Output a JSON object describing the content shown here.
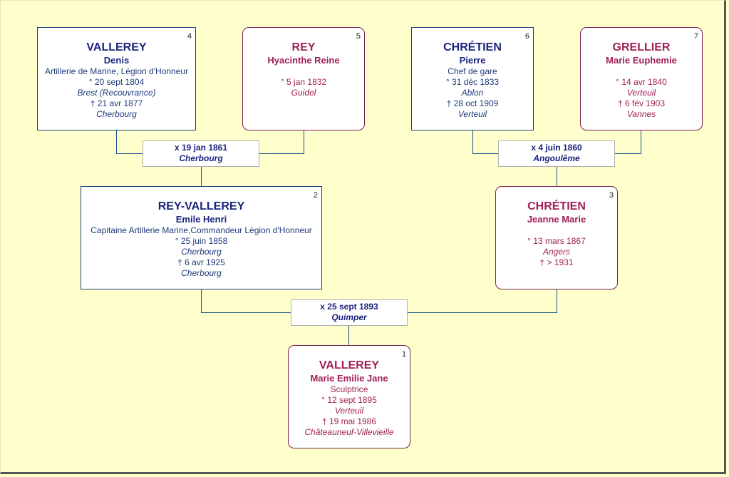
{
  "persons": [
    {
      "num": "4",
      "sur": "VALLEREY",
      "given": "Denis",
      "occ": "Artillerie de Marine, Légion d'Honneur",
      "birth": "° 20 sept 1804",
      "birth_place": "Brest (Recouvrance)",
      "death": "† 21 avr 1877",
      "death_place": "Cherbourg"
    },
    {
      "num": "5",
      "sur": "REY",
      "given": "Hyacinthe Reine",
      "birth": "° 5 jan 1832",
      "birth_place": "Guidel"
    },
    {
      "num": "6",
      "sur": "CHRÉTIEN",
      "given": "Pierre",
      "occ": "Chef de gare",
      "birth": "° 31 déc 1833",
      "birth_place": "Ablon",
      "death": "† 28 oct 1909",
      "death_place": "Verteuil"
    },
    {
      "num": "7",
      "sur": "GRELLIER",
      "given": "Marie Euphemie",
      "birth": "° 14 avr 1840",
      "birth_place": "Verteuil",
      "death": "† 6 fév 1903",
      "death_place": "Vannes"
    },
    {
      "num": "2",
      "sur": "REY-VALLEREY",
      "given": "Emile Henri",
      "occ": "Capitaine Artillerie Marine,Commandeur Légion d'Honneur",
      "birth": "° 25 juin 1858",
      "birth_place": "Cherbourg",
      "death": "† 6 avr 1925",
      "death_place": "Cherbourg"
    },
    {
      "num": "3",
      "sur": "CHRÉTIEN",
      "given": "Jeanne Marie",
      "birth": "° 13 mars 1867",
      "birth_place": "Angers",
      "death": "† > 1931"
    },
    {
      "num": "1",
      "sur": "VALLEREY",
      "given": "Marie Emilie Jane",
      "occ": "Sculptrice",
      "birth": "° 12 sept 1895",
      "birth_place": "Verteuil",
      "death": "† 19 mai 1986",
      "death_place": "Châteauneuf-Villevieille"
    }
  ],
  "marriages": [
    {
      "date": "x 19 jan 1861",
      "place": "Cherbourg"
    },
    {
      "date": "x 4 juin 1860",
      "place": "Angoulême"
    },
    {
      "date": "x 25 sept 1893",
      "place": "Quimper"
    }
  ]
}
